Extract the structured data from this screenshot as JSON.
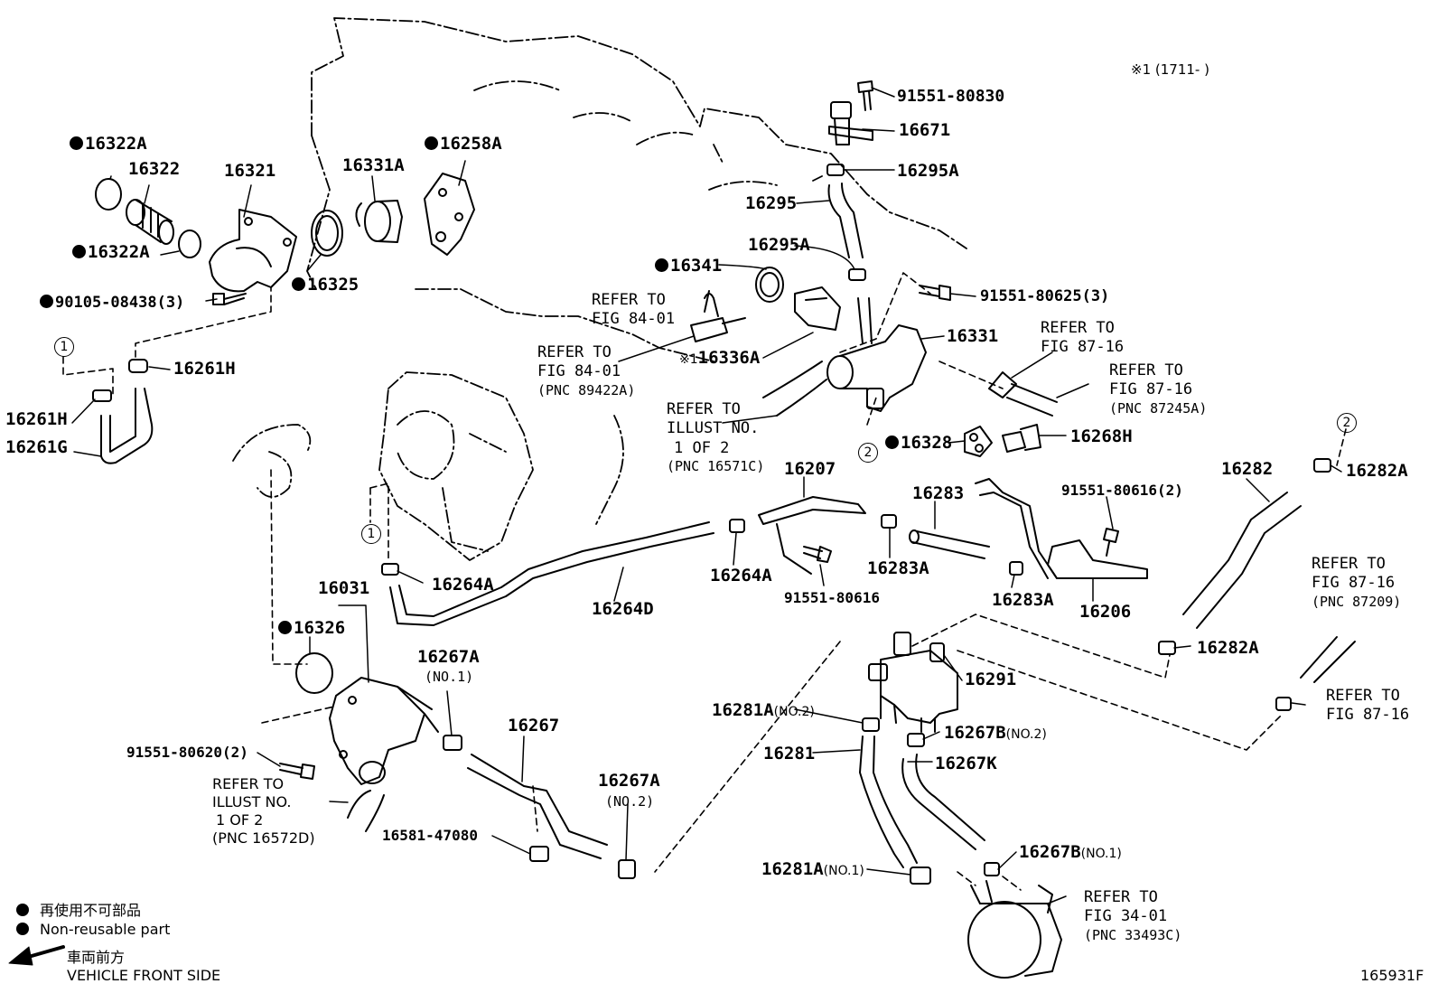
{
  "labels": {
    "p16322A_top": "16322A",
    "p16322": "16322",
    "p16322A_bot": "16322A",
    "p16321": "16321",
    "p16331A": "16331A",
    "p16258A": "16258A",
    "p16325": "16325",
    "p90105": "90105-08438(3)",
    "p16261H_r": "16261H",
    "p16261H_l": "16261H",
    "p16261G": "16261G",
    "p91551_830": "91551-80830",
    "p16671": "16671",
    "p16295A_top": "16295A",
    "p16295": "16295",
    "p16295A_mid": "16295A",
    "p16341": "16341",
    "p91551_625": "91551-80625(3)",
    "p16331": "16331",
    "p16336A": "16336A",
    "p16328": "16328",
    "p16268H": "16268H",
    "p16207": "16207",
    "p16283": "16283",
    "p91551_616_2": "91551-80616(2)",
    "p16282": "16282",
    "p16282A_top": "16282A",
    "p16264A_l": "16264A",
    "p16264A_r": "16264A",
    "p16264D": "16264D",
    "p91551_616": "91551-80616",
    "p16283A_l": "16283A",
    "p16283A_r": "16283A",
    "p16206": "16206",
    "p16282A_bot": "16282A",
    "p16031": "16031",
    "p16326": "16326",
    "p16267A_no1": "16267A",
    "p16267A_no1_sub": "(NO.1)",
    "p16267": "16267",
    "p16267A_no2": "16267A",
    "p16267A_no2_sub": "(NO.2)",
    "p91551_620": "91551-80620(2)",
    "p16581": "16581-47080",
    "p16291": "16291",
    "p16281A_no2": "16281A",
    "p16281A_no2_sub": "(NO.2)",
    "p16267B_no2": "16267B",
    "p16267B_no2_sub": "(NO.2)",
    "p16281": "16281",
    "p16267K": "16267K",
    "p16281A_no1": "16281A",
    "p16281A_no1_sub": "(NO.1)",
    "p16267B_no1": "16267B",
    "p16267B_no1_sub": "(NO.1)"
  },
  "refs": {
    "r_84_01_a": [
      "REFER TO",
      "FIG 84-01"
    ],
    "r_84_01_b": [
      "REFER TO",
      "FIG 84-01",
      "(PNC 89422A)"
    ],
    "r_87_16_a": [
      "REFER TO",
      "FIG 87-16"
    ],
    "r_87_16_b": [
      "REFER TO",
      "FIG 87-16",
      "(PNC 87245A)"
    ],
    "r_illust_16571": [
      "REFER TO",
      "ILLUST NO.",
      "1 OF 2",
      "(PNC 16571C)"
    ],
    "r_87_16_c": [
      "REFER TO",
      "FIG 87-16",
      "(PNC 87209)"
    ],
    "r_87_16_d": [
      "REFER TO",
      "FIG 87-16"
    ],
    "r_illust_16572": [
      "REFER TO",
      "ILLUST NO.",
      "1 OF 2",
      "(PNC 16572D)"
    ],
    "r_34_01": [
      "REFER TO",
      "FIG 34-01",
      "(PNC 33493C)"
    ]
  },
  "circles": {
    "c1_a": "1",
    "c1_b": "1",
    "c2_a": "2",
    "c2_b": "2"
  },
  "note_top": "※1 (1711-      )",
  "note_mark": "※1",
  "legend": {
    "jp": "再使用不可部品",
    "en": "Non-reusable part",
    "arrow_jp": "車両前方",
    "arrow_en": "VEHICLE FRONT SIDE"
  },
  "figure_code": "165931F"
}
